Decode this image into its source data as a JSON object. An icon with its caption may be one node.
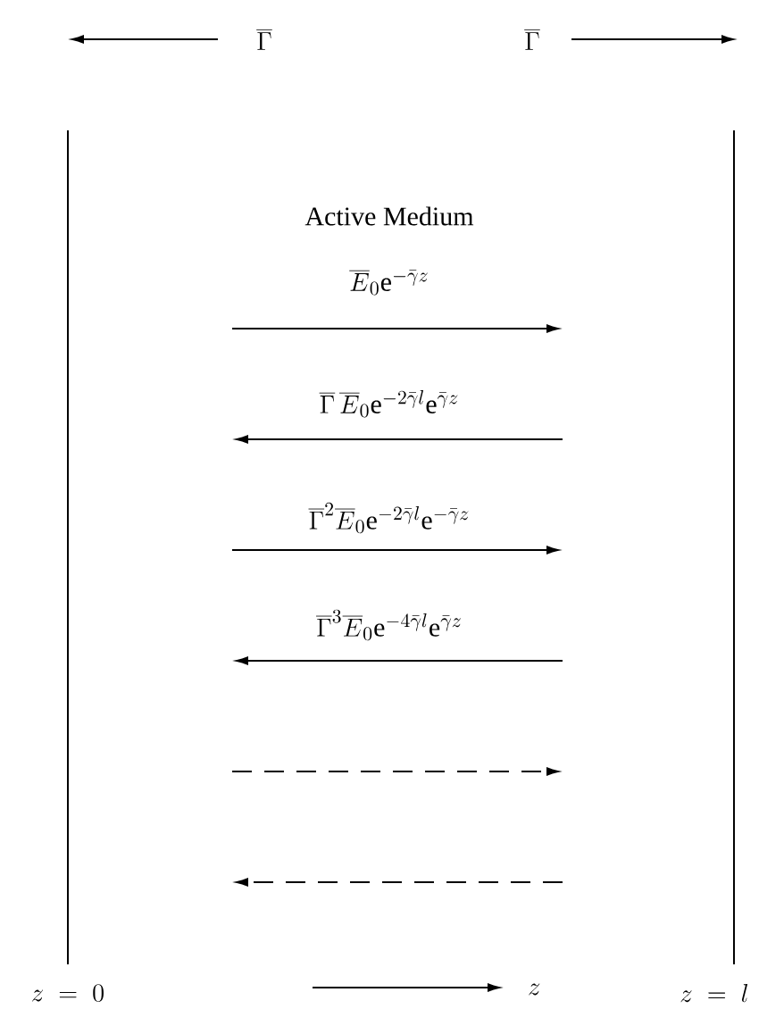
{
  "diagram": {
    "title": "Active Medium",
    "labels": [
      "\\overline{\\Gamma}",
      "\\overline{\\Gamma}",
      "\\overline{E}_0\\mathrm{e}^{-\\bar{\\gamma} z}",
      "\\overline{\\Gamma}\\,\\overline{E}_0\\mathrm{e}^{-2\\bar{\\gamma} l}\\mathrm{e}^{\\bar{\\gamma} z}",
      "\\overline{\\Gamma}^2\\overline{E}_0\\mathrm{e}^{-2\\bar{\\gamma} l}\\mathrm{e}^{-\\bar{\\gamma} z}",
      "\\overline{\\Gamma}^3\\overline{E}_0\\mathrm{e}^{-4\\bar{\\gamma} l}\\mathrm{e}^{\\bar{\\gamma} z}",
      "z\\;=\\;0",
      "z",
      "z\\;=\\;l"
    ]
  }
}
